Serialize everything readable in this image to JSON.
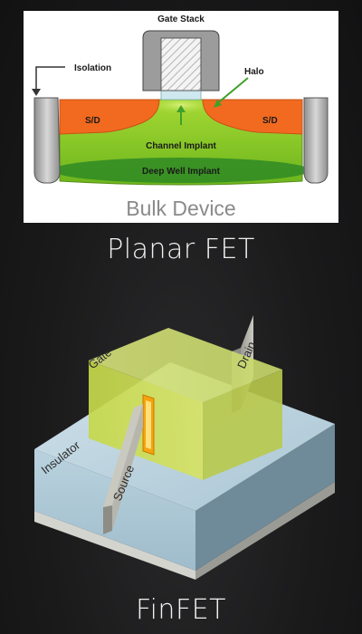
{
  "planar": {
    "labels": {
      "gate_stack": "Gate Stack",
      "isolation": "Isolation",
      "halo": "Halo",
      "sd_left": "S/D",
      "sd_right": "S/D",
      "channel_implant": "Channel Implant",
      "deep_well_implant": "Deep Well Implant"
    },
    "device_title": "Bulk Device",
    "caption": "Planar FET"
  },
  "finfet": {
    "labels": {
      "gate": "Gate",
      "drain": "Drain",
      "source": "Source",
      "insulator": "Insulator"
    },
    "caption": "FinFET"
  },
  "colors": {
    "orange": "#f26a1f",
    "green": "#79c41c",
    "dark_green": "#2f8a25",
    "gate_yellow": "#c8d94a",
    "insulator_blue": "#bcd3df",
    "fin_highlight": "#f5a30f"
  }
}
